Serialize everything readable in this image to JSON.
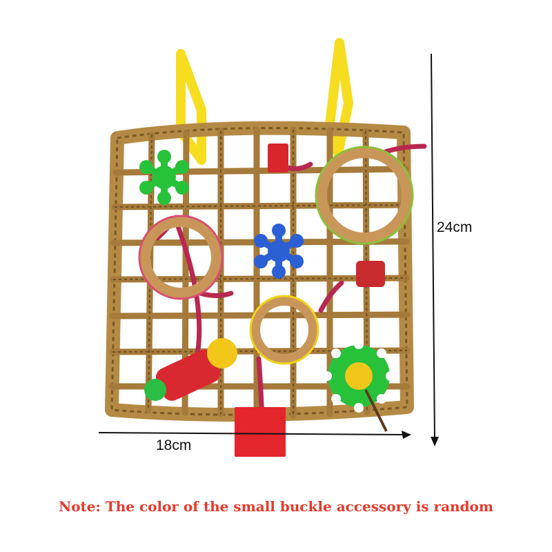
{
  "dimensions": {
    "width_label": "18cm",
    "height_label": "24cm"
  },
  "note": {
    "text": "Note: The color of the small buckle accessory is random",
    "color": "#e8392b"
  },
  "colors": {
    "seagrass": "#b58a45",
    "seagrass_dark": "#7a5a26",
    "hook_yellow": "#f6dd1f",
    "wood_ring": "#c9965a",
    "block_red": "#d9262d",
    "star_green": "#28c23a",
    "star_blue": "#2b5fd4",
    "rope_red": "#b82850",
    "arrow": "#111111"
  }
}
